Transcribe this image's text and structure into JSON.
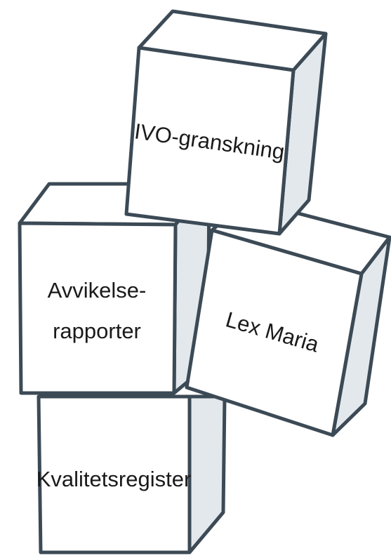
{
  "diagram": {
    "colors": {
      "front": "#ffffff",
      "top": "#ffffff",
      "side": "#e3e8ec",
      "edge": "#3c4a56",
      "text": "#1a1a1a"
    },
    "blocks": [
      {
        "id": "kvalitetsregister",
        "label": "Kvalitetsregister"
      },
      {
        "id": "avvikelserapporter",
        "label_line1": "Avvikelse-",
        "label_line2": "rapporter"
      },
      {
        "id": "lex-maria",
        "label": "Lex Maria"
      },
      {
        "id": "ivo-granskning",
        "label": "IVO-granskning"
      }
    ]
  }
}
